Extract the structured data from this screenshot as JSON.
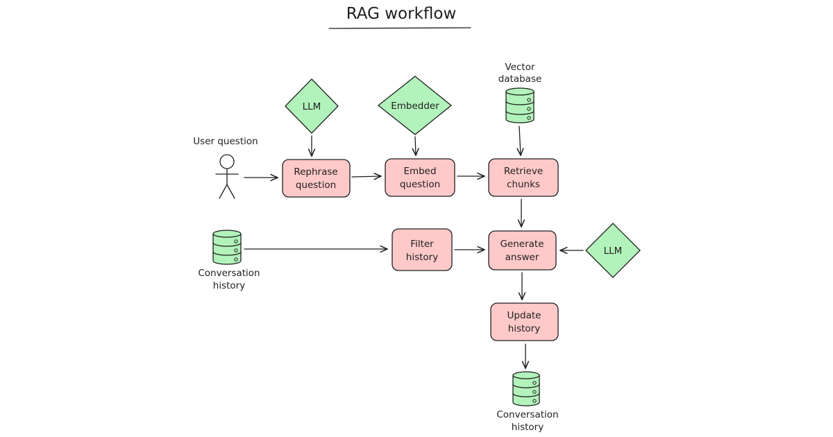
{
  "title": "RAG workflow",
  "nodes": {
    "llm_top": "LLM",
    "embedder": "Embedder",
    "vector_db": [
      "Vector",
      "database"
    ],
    "user_question": "User question",
    "rephrase": [
      "Rephrase",
      "question"
    ],
    "embed": [
      "Embed",
      "question"
    ],
    "retrieve": [
      "Retrieve",
      "chunks"
    ],
    "conv_history_left": [
      "Conversation",
      "history"
    ],
    "filter": [
      "Filter",
      "history"
    ],
    "generate": [
      "Generate",
      "answer"
    ],
    "llm_right": "LLM",
    "update": [
      "Update",
      "history"
    ],
    "conv_history_bottom": [
      "Conversation",
      "history"
    ]
  },
  "colors": {
    "process_fill": "#ffc9c9",
    "model_fill": "#b2f2bb",
    "stroke": "#1e1e1e"
  }
}
